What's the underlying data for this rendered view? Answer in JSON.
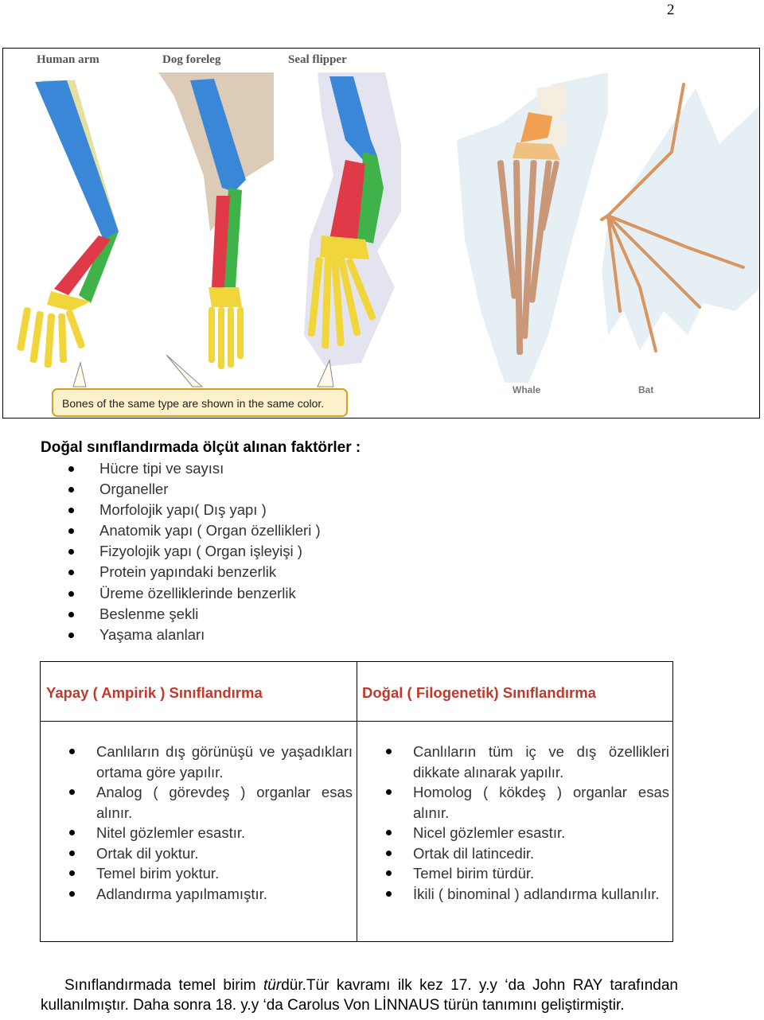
{
  "page_number": "2",
  "figure": {
    "labels": {
      "human_arm": "Human arm",
      "dog_foreleg": "Dog foreleg",
      "seal_flipper": "Seal flipper",
      "whale": "Whale",
      "bat": "Bat"
    },
    "caption": "Bones of the same type are shown in the same color.",
    "colors": {
      "humerus": "#3a87d8",
      "radius": "#e03a48",
      "ulna": "#3fb34a",
      "hand": "#f0d63a",
      "skin": "#dccbb6",
      "whale_skin": "#e6f0f4",
      "carpal_orange": "#f0a050",
      "bat_bone": "#e8a56a"
    }
  },
  "factors": {
    "title": "Doğal sınıflandırmada ölçüt alınan faktörler :",
    "items": [
      "Hücre tipi ve sayısı",
      "Organeller",
      "Morfolojik yapı( Dış yapı )",
      "Anatomik yapı ( Organ özellikleri )",
      "Fizyolojik yapı ( Organ işleyişi )",
      "Protein yapındaki benzerlik",
      "Üreme özelliklerinde benzerlik",
      "Beslenme şekli",
      "Yaşama alanları"
    ]
  },
  "comparison": {
    "left_header": "Yapay ( Ampirik ) Sınıflandırma",
    "right_header": "Doğal ( Filogenetik) Sınıflandırma",
    "left_items": [
      "Canlıların dış görünüşü ve yaşadıkları ortama göre yapılır.",
      "Analog ( görevdeş ) organlar esas alınır.",
      "Nitel gözlemler esastır.",
      "Ortak dil yoktur.",
      "Temel birim yoktur.",
      "Adlandırma yapılmamıştır."
    ],
    "right_items": [
      "Canlıların tüm iç ve dış özellikleri dikkate alınarak yapılır.",
      "Homolog ( kökdeş ) organlar esas alınır.",
      "Nicel gözlemler esastır.",
      "Ortak dil latincedir.",
      "Temel birim türdür.",
      "İkili ( binominal ) adlandırma kullanılır."
    ],
    "header_color": "#c0392b"
  },
  "bottom_paragraph": {
    "part1": "Sınıflandırmada temel birim ",
    "italic": "tür",
    "part2": "dür.Tür kavramı ilk kez 17. y.y ‘da John RAY tarafından kullanılmıştır. Daha sonra 18. y.y ‘da Carolus Von LİNNAUS türün tanımını geliştirmiştir."
  }
}
